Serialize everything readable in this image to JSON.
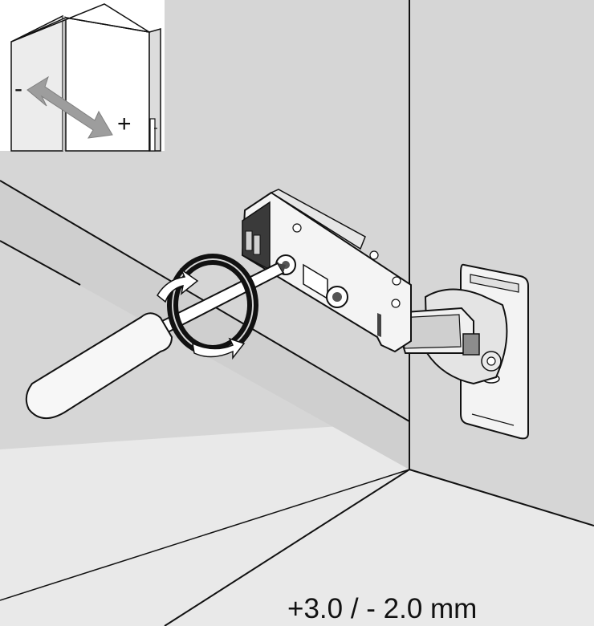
{
  "diagram": {
    "adjustment_label": "+3.0 / - 2.0 mm",
    "inset": {
      "minus_sign": "-",
      "plus_sign": "+"
    },
    "colors": {
      "wall": "#d6d6d6",
      "floor": "#ececec",
      "line": "#111111",
      "arrow": "#9d9d9d",
      "tape": "#111111"
    },
    "icons": [
      "cabinet-door-inset",
      "double-arrow-icon",
      "screwdriver",
      "rotation-arrow-icon",
      "concealed-hinge",
      "mounting-plate"
    ]
  }
}
